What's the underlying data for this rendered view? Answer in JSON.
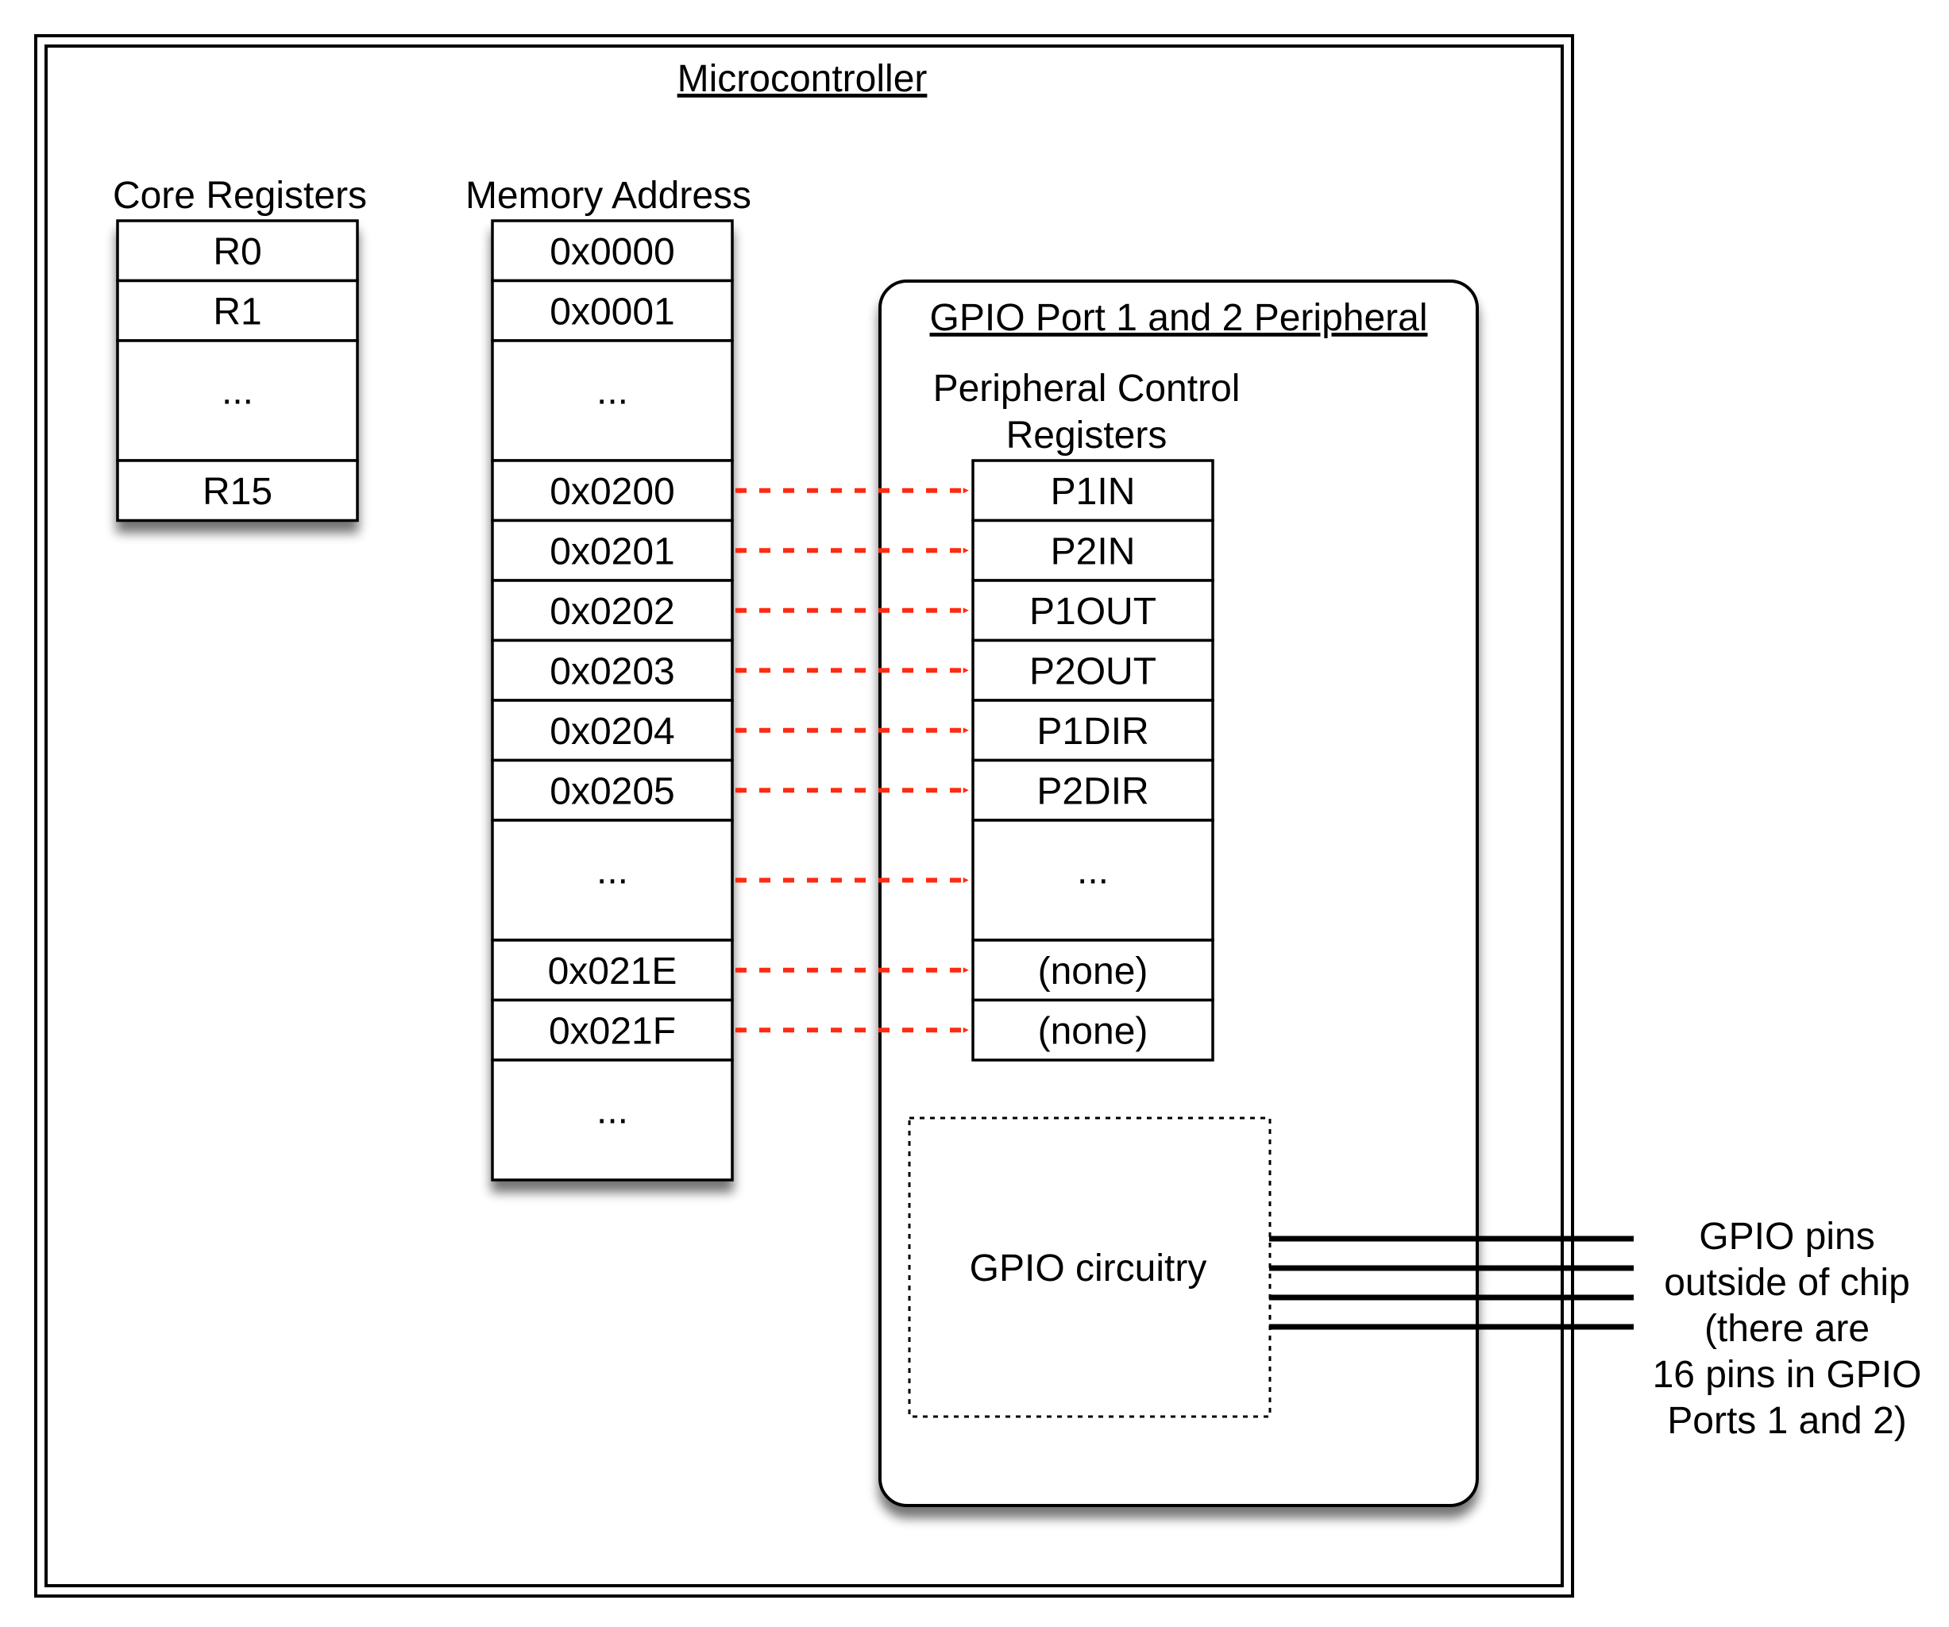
{
  "microcontroller": {
    "title": "Microcontroller"
  },
  "core_registers": {
    "header": "Core Registers",
    "rows": [
      "R0",
      "R1",
      "...",
      "R15"
    ]
  },
  "memory": {
    "header": "Memory Address",
    "rows": [
      "0x0000",
      "0x0001",
      "...",
      "0x0200",
      "0x0201",
      "0x0202",
      "0x0203",
      "0x0204",
      "0x0205",
      "...",
      "0x021E",
      "0x021F",
      "..."
    ]
  },
  "peripheral": {
    "title": "GPIO Port 1 and 2 Peripheral",
    "control_header_line1": "Peripheral Control",
    "control_header_line2": "Registers",
    "registers": [
      "P1IN",
      "P2IN",
      "P1OUT",
      "P2OUT",
      "P1DIR",
      "P2DIR",
      "...",
      "(none)",
      "(none)"
    ],
    "circuitry_label": "GPIO circuitry"
  },
  "pins_note": [
    "GPIO pins",
    "outside of chip",
    "(there are",
    "16 pins in GPIO",
    "Ports 1 and 2)"
  ],
  "colors": {
    "arrow": "#ff2a12",
    "stroke": "#000000"
  }
}
